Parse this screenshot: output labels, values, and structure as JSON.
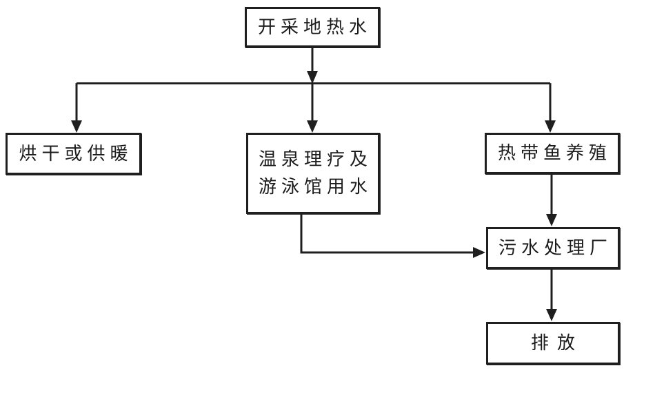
{
  "diagram": {
    "type": "flowchart",
    "background_color": "#ffffff",
    "line_color": "#1f1f1f",
    "text_color": "#1c1c1c",
    "nodes": [
      {
        "id": "source",
        "label": "开采地热水"
      },
      {
        "id": "drying",
        "label": "烘干或供暖"
      },
      {
        "id": "spa",
        "label": "温泉理疗及\n游泳馆用水"
      },
      {
        "id": "fish",
        "label": "热带鱼养殖"
      },
      {
        "id": "sewage",
        "label": "污水处理厂"
      },
      {
        "id": "discharge",
        "label": "排放"
      }
    ],
    "edges": [
      {
        "from": "开采地热水",
        "to": "烘干或供暖"
      },
      {
        "from": "开采地热水",
        "to": "温泉理疗及游泳馆用水"
      },
      {
        "from": "开采地热水",
        "to": "热带鱼养殖"
      },
      {
        "from": "温泉理疗及游泳馆用水",
        "to": "污水处理厂"
      },
      {
        "from": "热带鱼养殖",
        "to": "污水处理厂"
      },
      {
        "from": "污水处理厂",
        "to": "排放"
      }
    ]
  }
}
